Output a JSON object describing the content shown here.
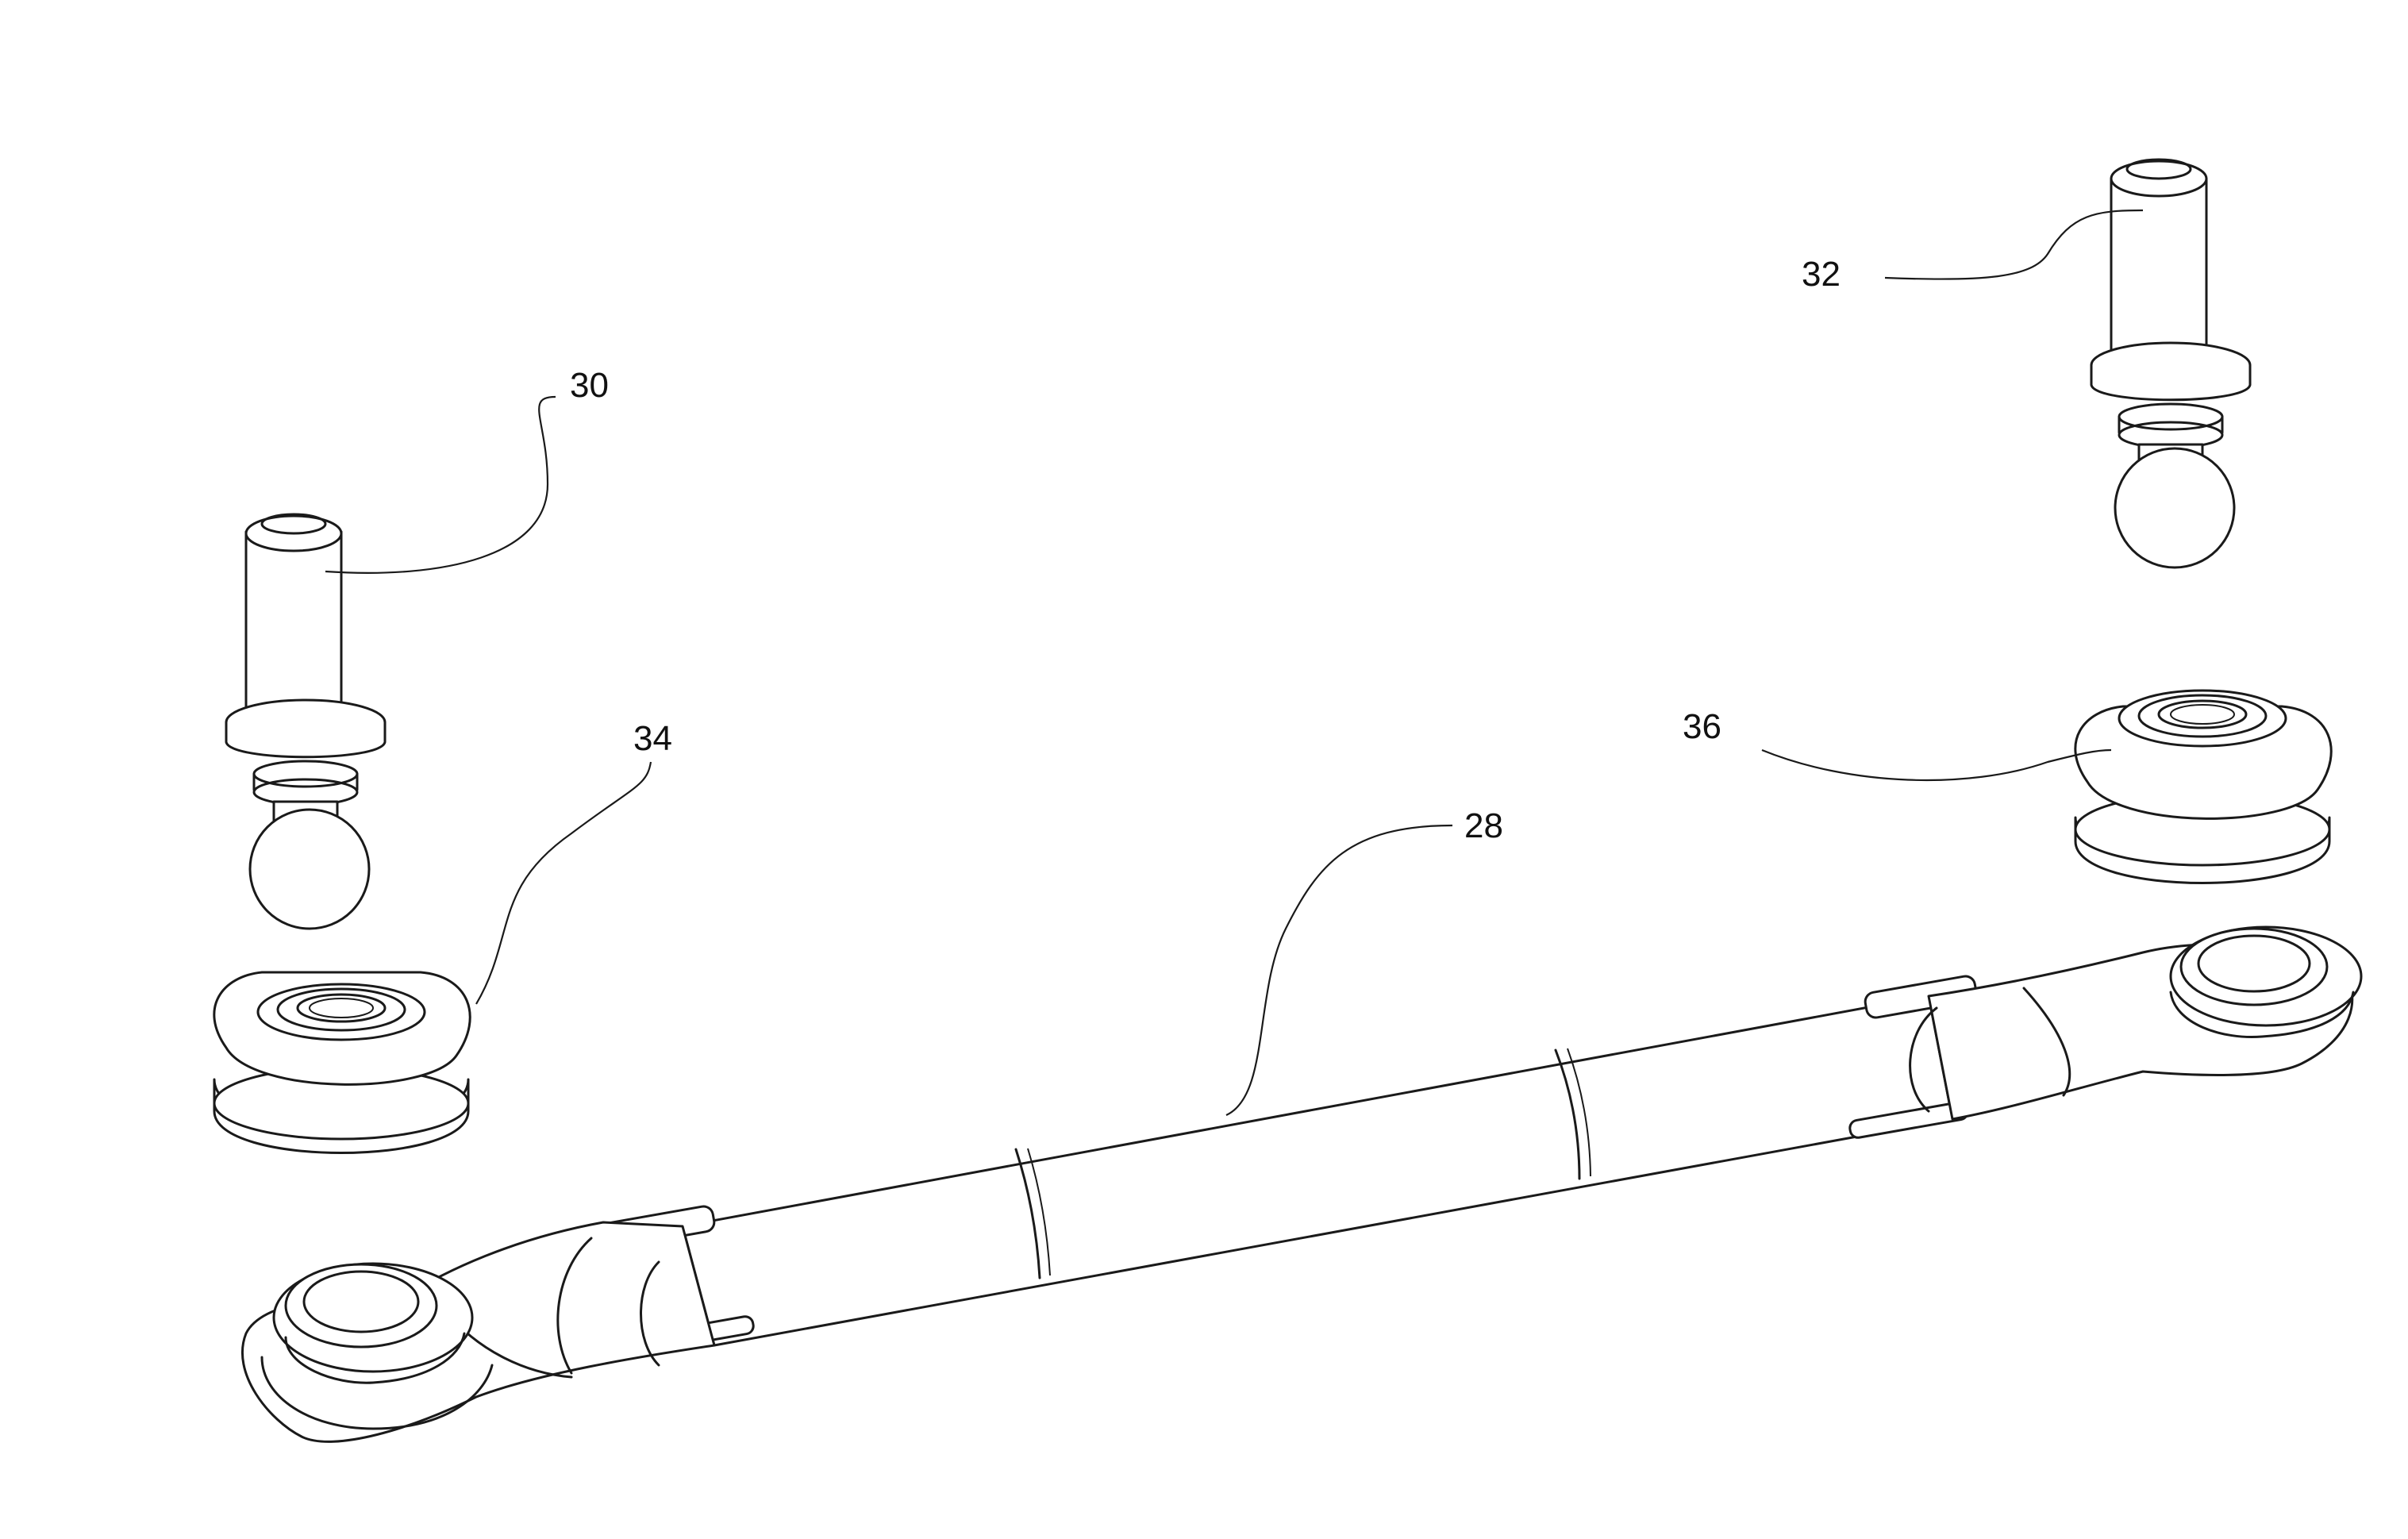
{
  "figure": {
    "labels": {
      "tie_rod": "28",
      "ball_stud_left": "30",
      "ball_stud_right": "32",
      "bearing_left": "34",
      "bearing_right": "36"
    }
  }
}
